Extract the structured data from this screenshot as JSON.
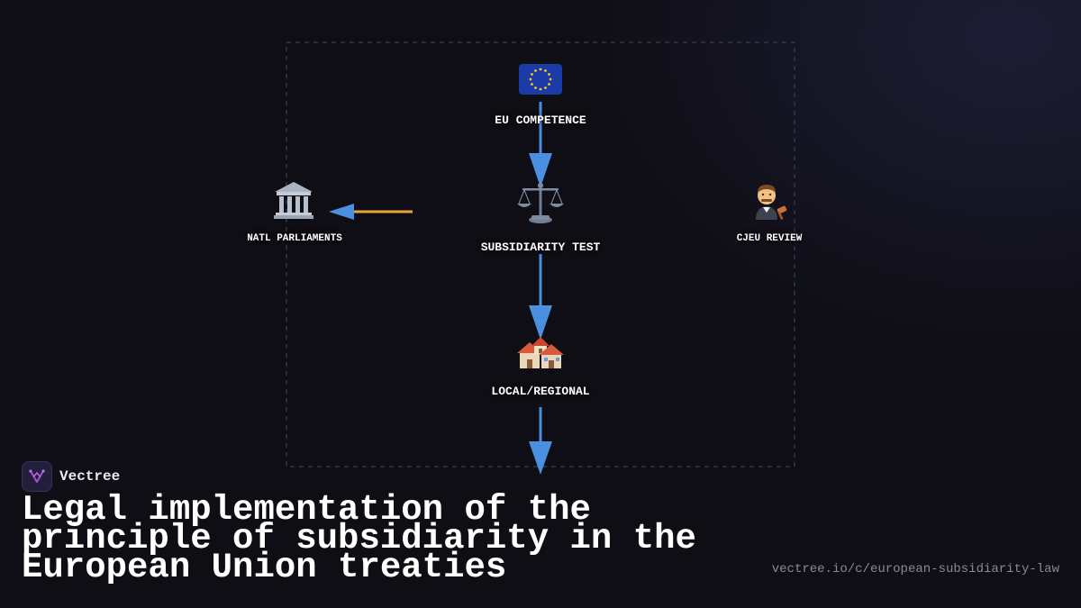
{
  "diagram": {
    "nodes": [
      {
        "id": "eu",
        "icon": "🇪🇺",
        "icon_name": "eu-flag-icon",
        "label": "EU COMPETENCE"
      },
      {
        "id": "test",
        "icon": "⚖️",
        "icon_name": "scales-icon",
        "label": "SUBSIDIARITY TEST"
      },
      {
        "id": "parl",
        "icon": "🏛️",
        "icon_name": "parliament-building-icon",
        "label": "NATL PARLIAMENTS"
      },
      {
        "id": "cjeu",
        "icon": "👨‍⚖️",
        "icon_name": "judge-icon",
        "label": "CJEU REVIEW"
      },
      {
        "id": "local",
        "icon": "🏘️",
        "icon_name": "houses-icon",
        "label": "LOCAL/REGIONAL"
      }
    ],
    "edges": [
      {
        "from": "eu",
        "to": "test",
        "color": "#4a8fe0"
      },
      {
        "from": "test",
        "to": "parl",
        "color": "#e8a33a"
      },
      {
        "from": "test",
        "to": "local",
        "color": "#4a8fe0"
      },
      {
        "from": "local",
        "to": "",
        "color": "#4a8fe0"
      }
    ],
    "colors": {
      "primary_arrow": "#4a8fe0",
      "secondary_arrow": "#e8a33a",
      "frame": "#2a3850"
    }
  },
  "brand": {
    "name": "Vectree",
    "logo_icon": "vectree-logo-icon",
    "logo_color": "#a24fd6"
  },
  "title": "Legal implementation of the principle of subsidiarity in the European Union treaties",
  "url": "vectree.io/c/european-subsidiarity-law"
}
